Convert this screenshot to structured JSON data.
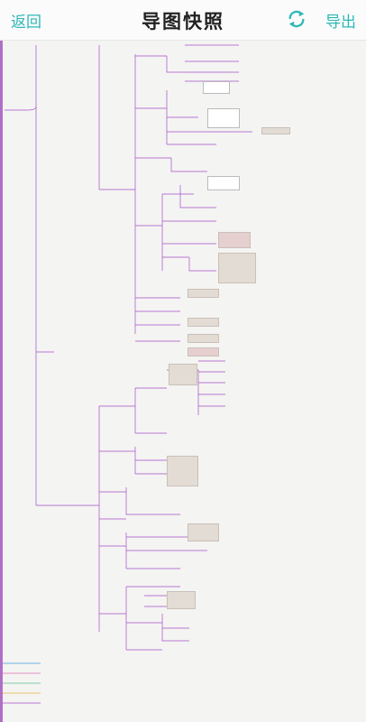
{
  "header": {
    "back_label": "返回",
    "title": "导图快照",
    "export_label": "导出",
    "refresh_icon": "refresh-icon"
  },
  "colors": {
    "accent": "#2fb8b8",
    "branch": "#a64fc9",
    "canvas_bg": "#f4f4f2"
  },
  "legend": {
    "items": [
      {
        "color": "#3fa0d8"
      },
      {
        "color": "#e06fb0"
      },
      {
        "color": "#5bc08a"
      },
      {
        "color": "#e6b340"
      },
      {
        "color": "#a64fc9"
      }
    ]
  }
}
